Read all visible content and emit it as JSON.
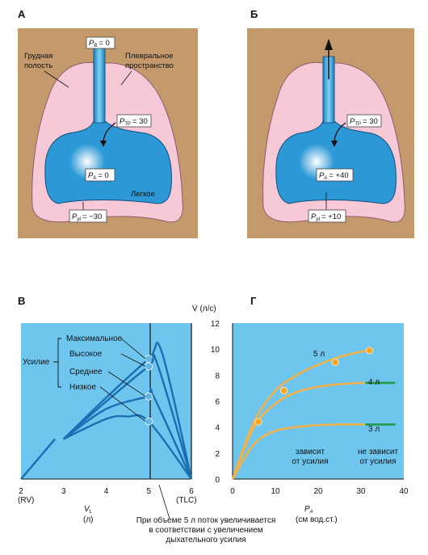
{
  "panel_a": {
    "letter": "A",
    "chest_label_1": "Грудная",
    "chest_label_2": "полость",
    "pleural_label_1": "Плевральное",
    "pleural_label_2": "пространство",
    "lung_label": "Легкое",
    "p_b": "P",
    "p_b_sub": "B",
    "p_b_val": "= 0",
    "p_tp": "P",
    "p_tp_sub": "TP",
    "p_tp_val": "= 30",
    "p_a": "P",
    "p_a_sub": "A",
    "p_a_val": "= 0",
    "p_pl": "P",
    "p_pl_sub": "pl",
    "p_pl_val": "= −30"
  },
  "panel_b": {
    "letter": "Б",
    "p_tp": "P",
    "p_tp_sub": "TP",
    "p_tp_val": "= 30",
    "p_a": "P",
    "p_a_sub": "A",
    "p_a_val": "= +40",
    "p_pl": "P",
    "p_pl_sub": "pl",
    "p_pl_val": "= +10"
  },
  "panel_v": {
    "letter": "В",
    "effort_label": "Усилие",
    "levels": [
      "Максимальное",
      "Высокое",
      "Среднее",
      "Низкое"
    ],
    "x_ticks": [
      "2",
      "3",
      "4",
      "5",
      "6"
    ],
    "rv": "(RV)",
    "tlc": "(TLC)",
    "x_label": "V",
    "x_label_sub": "L",
    "x_unit": "(л)",
    "note_1": "При объеме 5 л поток увеличивается",
    "note_2": "в соответствии с увеличением",
    "note_3": "дыхательного усилия"
  },
  "panel_g": {
    "letter": "Г",
    "y_label": "V̇  (л/с)",
    "y_ticks": [
      "12",
      "10",
      "8",
      "6",
      "4",
      "2",
      "0"
    ],
    "x_ticks": [
      "0",
      "10",
      "20",
      "30",
      "40"
    ],
    "x_label": "P",
    "x_label_sub": "A",
    "x_unit": "(см вод.ст.)",
    "curve_5": "5 л",
    "curve_4": "4 л",
    "curve_3": "3 л",
    "dep_1": "зависит",
    "dep_2": "от усилия",
    "indep_1": "не зависит",
    "indep_2": "от усилия"
  },
  "colors": {
    "tan": "#c49a6c",
    "pleural_pink": "#f7c9d6",
    "lung_blue": "#2c98d6",
    "plot_bg": "#6ec6ee",
    "curve_blue": "#1a6fb3",
    "curve_orange": "#f2b14a",
    "green": "#1f9a4a"
  },
  "chart_data": [
    {
      "type": "line",
      "title": "",
      "xlabel": "VL (л)",
      "ylabel": "",
      "xlim": [
        2,
        6
      ],
      "series": [
        {
          "name": "Максимальное",
          "x": [
            2,
            3,
            4,
            5,
            5.3,
            6
          ],
          "y": [
            0,
            3.2,
            6.5,
            9.6,
            10.2,
            0
          ]
        },
        {
          "name": "Высокое",
          "x": [
            2,
            3,
            4,
            5,
            5.2,
            6
          ],
          "y": [
            0,
            3.2,
            6.2,
            9.0,
            9.2,
            0
          ]
        },
        {
          "name": "Среднее",
          "x": [
            2,
            3,
            4,
            5,
            5.1,
            6
          ],
          "y": [
            0,
            3.2,
            5.6,
            6.6,
            6.7,
            0
          ]
        },
        {
          "name": "Низкое",
          "x": [
            2,
            3,
            4,
            4.5,
            5,
            6
          ],
          "y": [
            0,
            3.2,
            4.8,
            5.0,
            4.6,
            0
          ]
        }
      ],
      "annotation": "VL = 5 л"
    },
    {
      "type": "line",
      "title": "",
      "xlabel": "PA (см вод.ст.)",
      "ylabel": "V̇ (л/с)",
      "xlim": [
        0,
        40
      ],
      "ylim": [
        0,
        12
      ],
      "series": [
        {
          "name": "5 л",
          "x": [
            0,
            5,
            10,
            15,
            20,
            25,
            30,
            32
          ],
          "y": [
            0,
            4.4,
            6.8,
            8.0,
            8.8,
            9.4,
            9.8,
            9.9
          ]
        },
        {
          "name": "4 л",
          "x": [
            0,
            5,
            10,
            15,
            20,
            25,
            30,
            31
          ],
          "y": [
            0,
            4.0,
            5.8,
            6.7,
            7.1,
            7.3,
            7.4,
            7.4
          ]
        },
        {
          "name": "3 л",
          "x": [
            0,
            5,
            10,
            15,
            20,
            25,
            30,
            31
          ],
          "y": [
            0,
            2.7,
            3.7,
            4.0,
            4.15,
            4.2,
            4.2,
            4.2
          ]
        }
      ],
      "markers": [
        [
          6,
          4.4
        ],
        [
          12,
          6.8
        ],
        [
          24,
          9.0
        ],
        [
          32,
          9.9
        ]
      ],
      "plateaus": [
        {
          "series": "4 л",
          "y": 7.4,
          "x": [
            31,
            38
          ]
        },
        {
          "series": "3 л",
          "y": 4.2,
          "x": [
            31,
            38
          ]
        }
      ]
    }
  ]
}
